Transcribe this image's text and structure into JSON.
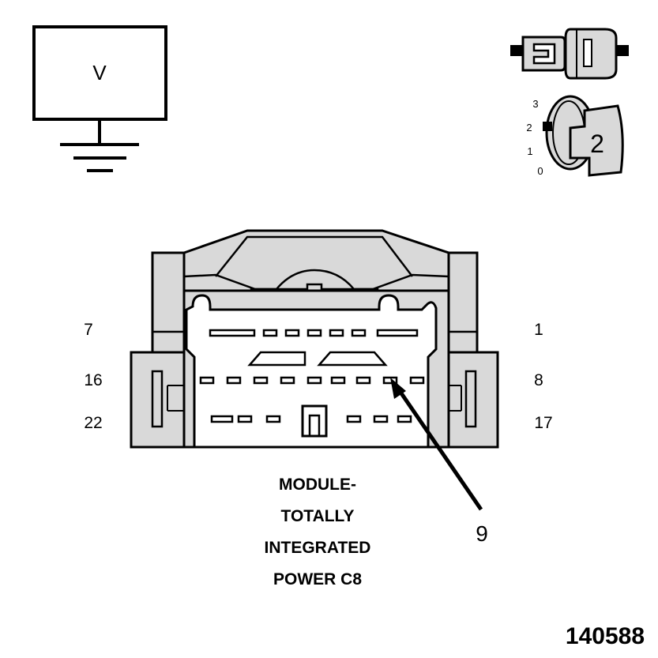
{
  "voltmeter": {
    "label": "V"
  },
  "ignition": {
    "positions": [
      "3",
      "2",
      "1",
      "0"
    ],
    "selected": "2"
  },
  "connector": {
    "pin_labels": {
      "top_left": "7",
      "top_right": "1",
      "mid_left": "16",
      "mid_right": "8",
      "bot_left": "22",
      "bot_right": "17"
    },
    "callout": "9",
    "title_lines": [
      "MODULE-",
      "TOTALLY",
      "INTEGRATED",
      "POWER C8"
    ]
  },
  "figure_number": "140588",
  "colors": {
    "ink": "#000000",
    "fill": "#d9d9d9",
    "background": "#ffffff"
  }
}
